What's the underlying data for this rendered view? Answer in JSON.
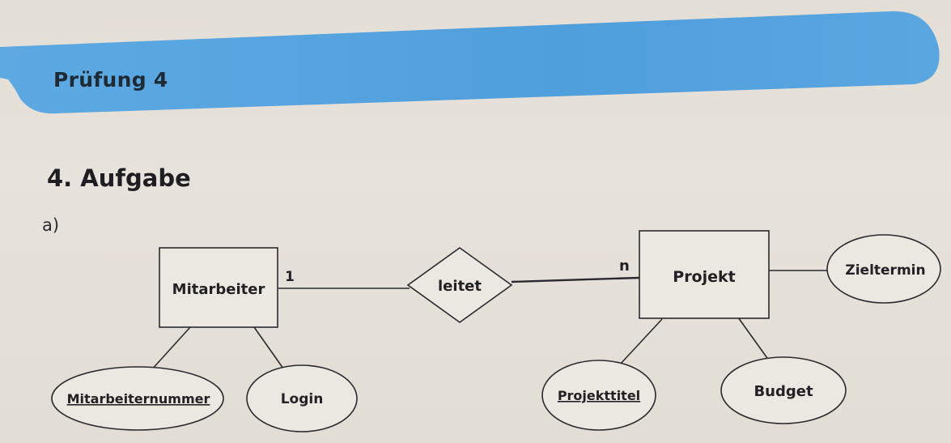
{
  "header": {
    "banner_title": "Prüfung 4",
    "banner_color": "#5aa7e0"
  },
  "section": {
    "title": "4. Aufgabe",
    "subpart": "a)"
  },
  "diagram": {
    "entities": {
      "mitarbeiter": "Mitarbeiter",
      "projekt": "Projekt"
    },
    "relationship": "leitet",
    "cardinalities": {
      "mitarbeiter_side": "1",
      "projekt_side": "n"
    },
    "attributes": {
      "mitarbeiternummer": {
        "label": "Mitarbeiternummer",
        "primary_key": true
      },
      "login": {
        "label": "Login",
        "primary_key": false
      },
      "projekttitel": {
        "label": "Projekttitel",
        "primary_key": true
      },
      "budget": {
        "label": "Budget",
        "primary_key": false
      },
      "zieltermin": {
        "label": "Zieltermin",
        "primary_key": false
      }
    }
  }
}
